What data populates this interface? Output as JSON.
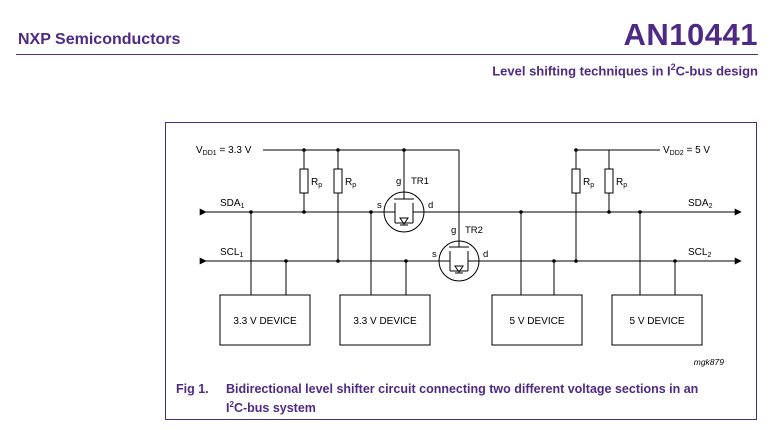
{
  "header": {
    "company": "NXP Semiconductors",
    "doc_number": "AN10441",
    "subtitle_pre": "Level shifting techniques in I",
    "subtitle_sup": "2",
    "subtitle_post": "C-bus design"
  },
  "figure": {
    "vdd1_label": "V",
    "vdd1_sub": "DD1",
    "vdd1_value": " = 3.3 V",
    "vdd2_label": "V",
    "vdd2_sub": "DD2",
    "vdd2_value": " = 5 V",
    "rp": "R",
    "rp_sub": "p",
    "sda1": "SDA",
    "sda1_sub": "1",
    "sda2": "SDA",
    "sda2_sub": "2",
    "scl1": "SCL",
    "scl1_sub": "1",
    "scl2": "SCL",
    "scl2_sub": "2",
    "tr1": "TR1",
    "tr2": "TR2",
    "gate": "g",
    "source": "s",
    "drain": "d",
    "devices": [
      "3.3 V DEVICE",
      "3.3 V DEVICE",
      "5 V DEVICE",
      "5 V DEVICE"
    ],
    "code": "mgk879"
  },
  "caption": {
    "number": "Fig 1.",
    "text_line1": "Bidirectional level shifter circuit connecting two different voltage sections in an",
    "text_line2_pre": "I",
    "text_line2_sup": "2",
    "text_line2_post": "C-bus system"
  }
}
